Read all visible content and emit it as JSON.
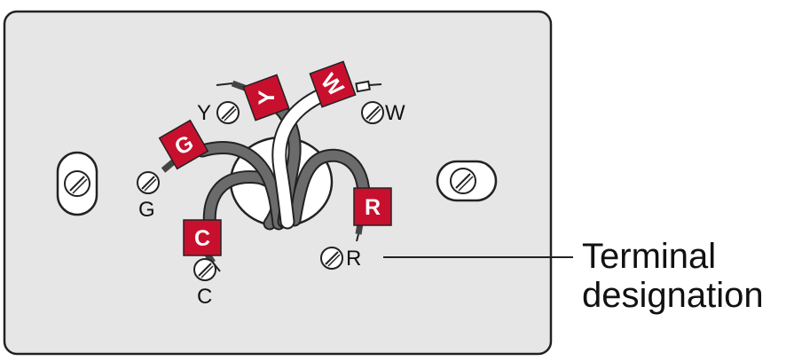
{
  "colors": {
    "plate_fill": "#e6e6e6",
    "plate_stroke": "#222222",
    "tag_fill": "#c8102e",
    "wire_dark": "#6b6b6b",
    "wire_white": "#ffffff"
  },
  "terminals": [
    {
      "id": "Y",
      "label": "Y"
    },
    {
      "id": "W",
      "label": "W"
    },
    {
      "id": "G",
      "label": "G"
    },
    {
      "id": "C",
      "label": "C"
    },
    {
      "id": "R",
      "label": "R"
    }
  ],
  "wire_tags": [
    {
      "id": "Y",
      "label": "Y"
    },
    {
      "id": "W",
      "label": "W"
    },
    {
      "id": "G",
      "label": "G"
    },
    {
      "id": "C",
      "label": "C"
    },
    {
      "id": "R",
      "label": "R"
    }
  ],
  "callout": {
    "line1": "Terminal",
    "line2": "designation"
  }
}
